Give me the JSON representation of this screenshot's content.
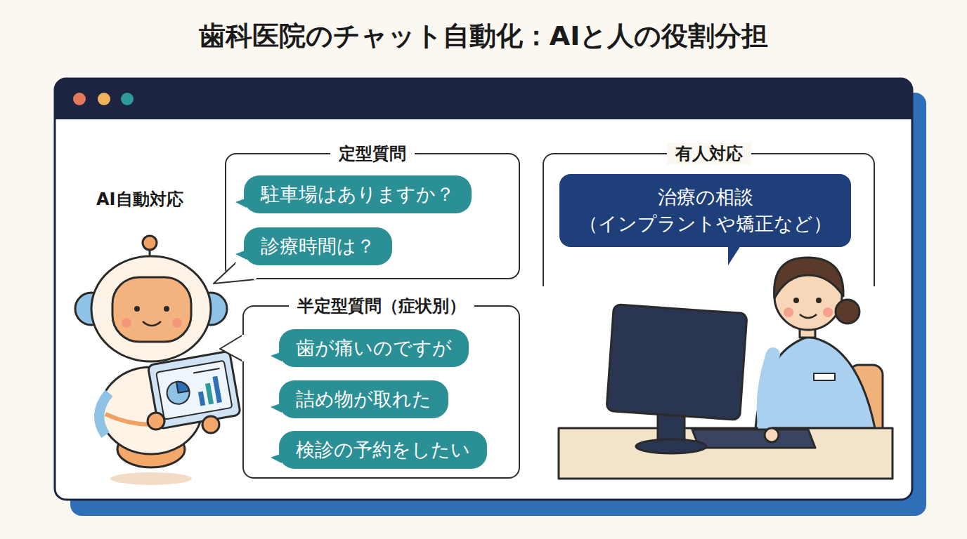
{
  "diagram": {
    "title": "歯科医院のチャット自動化：AIと人の役割分担",
    "nodes": [
      {
        "text": [
          "定型質問"
        ]
      },
      {
        "text": [
          "駐車場はありますか？"
        ],
        "in": 0
      },
      {
        "text": [
          "診療時間は？"
        ],
        "in": 0
      },
      {
        "text": [
          "半定型質問（症状別）"
        ]
      },
      {
        "text": [
          "歯が痛いのですが"
        ],
        "in": 3
      },
      {
        "text": [
          "詰め物が取れた"
        ],
        "in": 3
      },
      {
        "text": [
          "検診の予約をしたい"
        ],
        "in": 3
      },
      {
        "text": [
          "有人対応"
        ]
      },
      {
        "text": [
          "治療の相談 （インプラントや矯正など）"
        ],
        "in": 7
      }
    ],
    "labels": [
      "AI自動対応"
    ]
  }
}
